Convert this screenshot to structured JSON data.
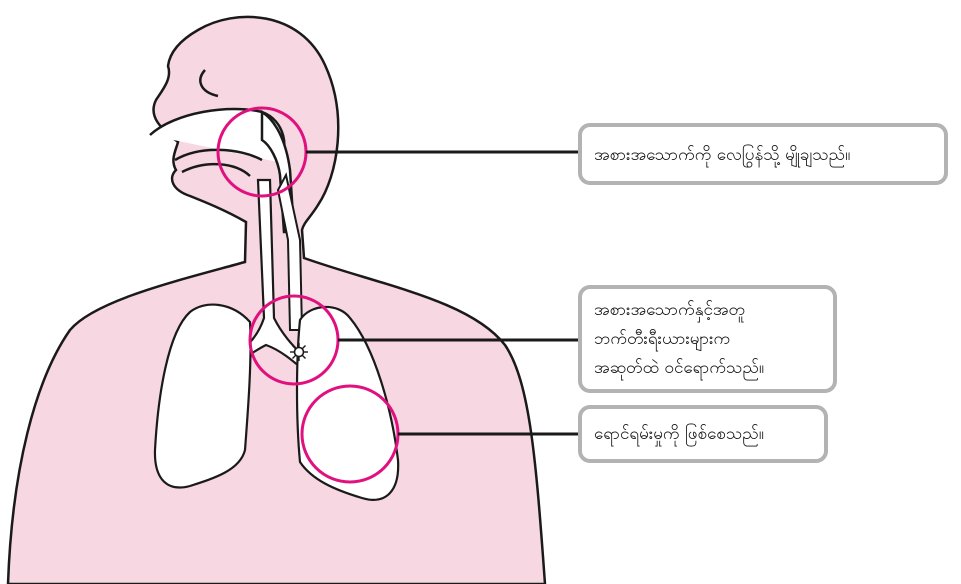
{
  "colors": {
    "body_fill": "#f7d7e1",
    "outline": "#1a1a1a",
    "lung_fill": "#ffffff",
    "highlight_circle": "#e0117f",
    "connector": "#1a1a1a",
    "callout_border": "#b3b3b3"
  },
  "icons": [
    "virus-icon"
  ],
  "callouts": [
    {
      "lines": [
        "အစားအသောက်ကို လေပြွန်သို့ မျိုချသည်။"
      ]
    },
    {
      "lines": [
        "အစားအသောက်နှင့်အတူ",
        "ဘက်တီးရီးယားများက",
        "အဆုတ်ထဲ ဝင်ရောက်သည်။"
      ]
    },
    {
      "lines": [
        "ရောင်ရမ်းမှုကို ဖြစ်စေသည်။"
      ]
    }
  ]
}
